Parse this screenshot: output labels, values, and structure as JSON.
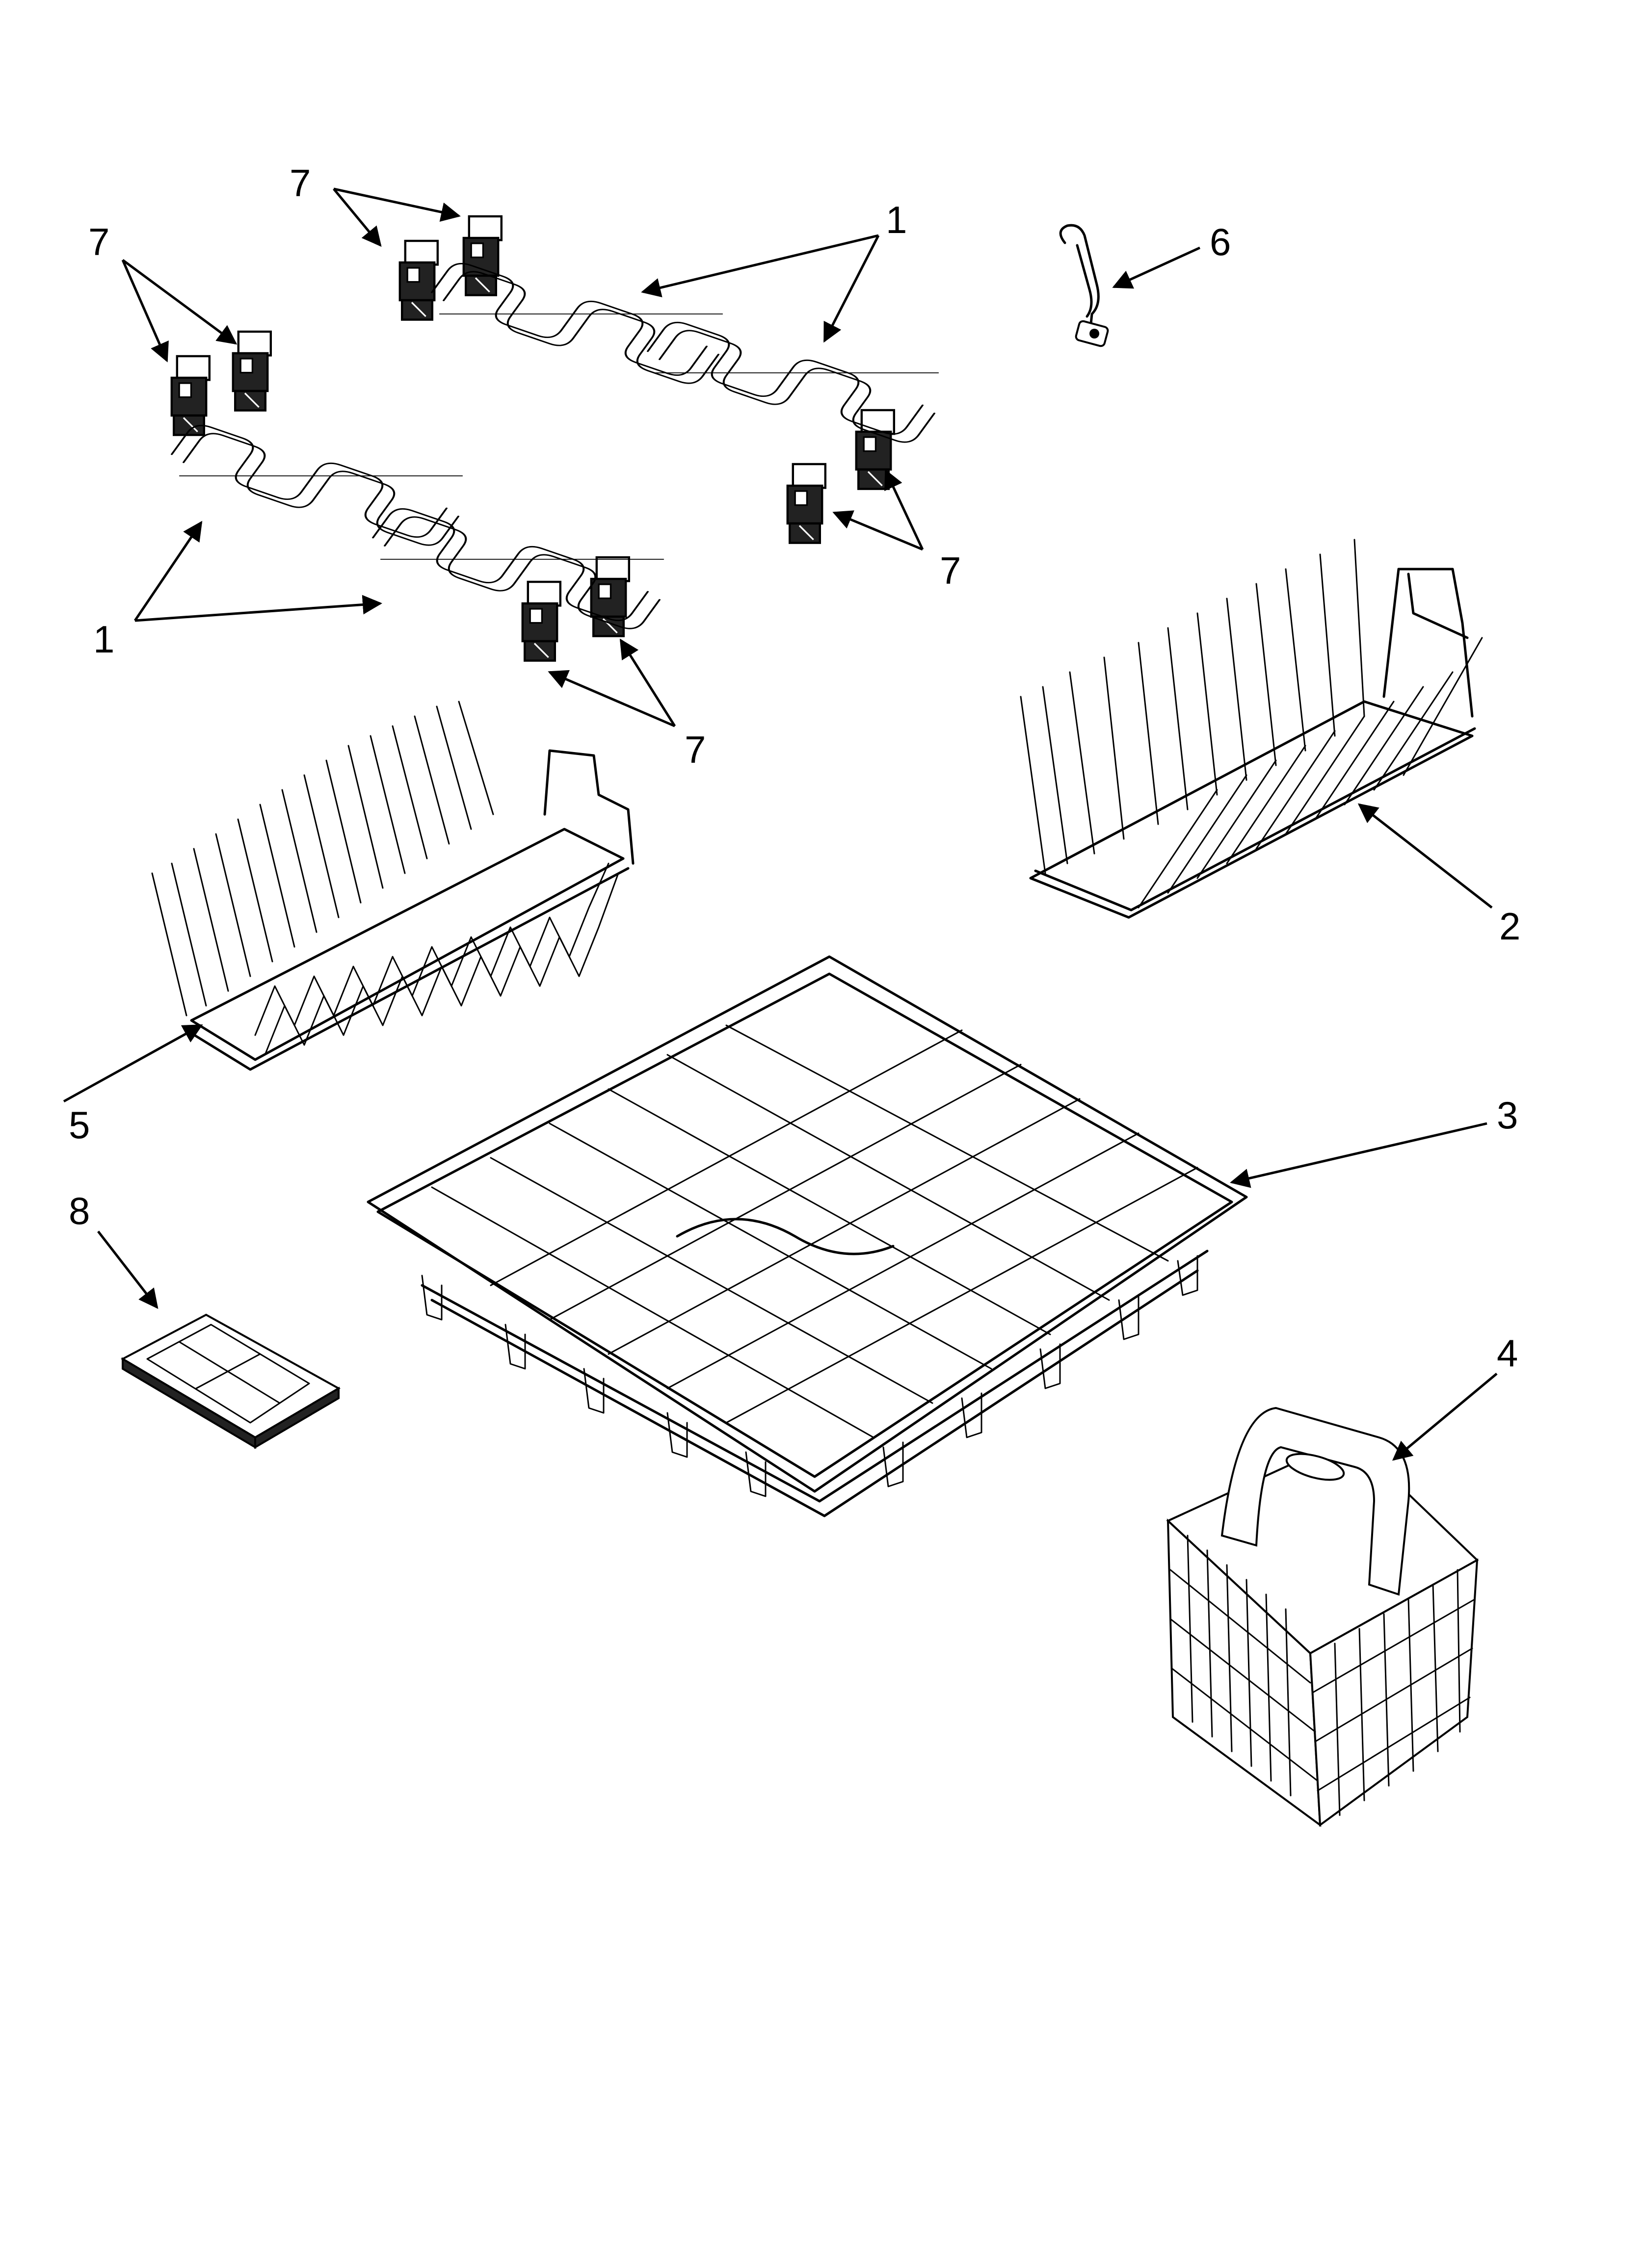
{
  "diagram": {
    "callouts": [
      {
        "id": "c7a",
        "label": "7"
      },
      {
        "id": "c7b",
        "label": "7"
      },
      {
        "id": "c1a",
        "label": "1"
      },
      {
        "id": "c6",
        "label": "6"
      },
      {
        "id": "c7c",
        "label": "7"
      },
      {
        "id": "c1b",
        "label": "1"
      },
      {
        "id": "c7d",
        "label": "7"
      },
      {
        "id": "c2",
        "label": "2"
      },
      {
        "id": "c5",
        "label": "5"
      },
      {
        "id": "c3",
        "label": "3"
      },
      {
        "id": "c8",
        "label": "8"
      },
      {
        "id": "c4",
        "label": "4"
      }
    ]
  }
}
